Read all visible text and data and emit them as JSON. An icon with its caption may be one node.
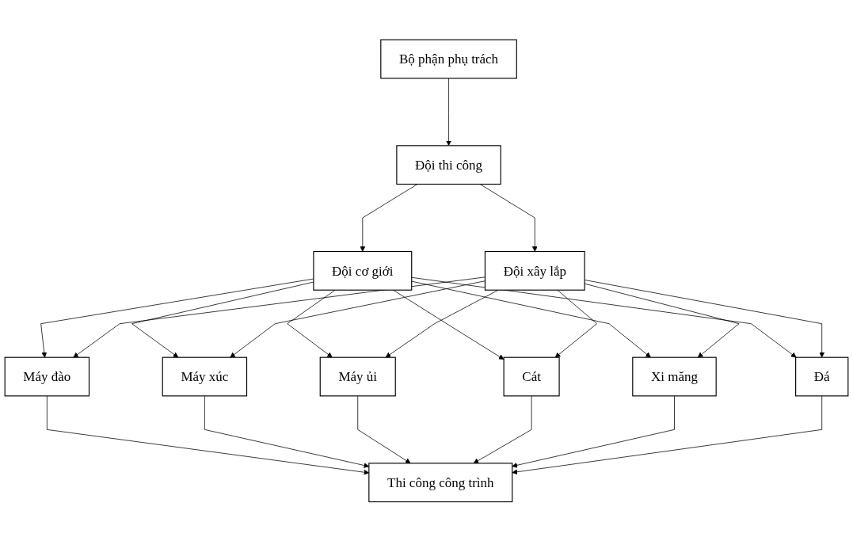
{
  "diagram": {
    "nodes": [
      {
        "text": [
          "Bộ phận phụ trách"
        ]
      },
      {
        "text": [
          "Đội thi công"
        ]
      },
      {
        "text": [
          "Đội cơ giới"
        ]
      },
      {
        "text": [
          "Đội xây lắp"
        ]
      },
      {
        "text": [
          "Máy đào"
        ]
      },
      {
        "text": [
          "Máy xúc"
        ]
      },
      {
        "text": [
          "Máy ủi"
        ]
      },
      {
        "text": [
          "Cát"
        ]
      },
      {
        "text": [
          "Xi măng"
        ]
      },
      {
        "text": [
          "Đá"
        ]
      },
      {
        "text": [
          "Thi công công trình"
        ]
      }
    ],
    "edges": [
      {
        "from": 0,
        "to": 1,
        "arrow": "to"
      },
      {
        "from": 1,
        "to": 2,
        "arrow": "to"
      },
      {
        "from": 1,
        "to": 3,
        "arrow": "to"
      },
      {
        "from": 2,
        "to": 4,
        "arrow": "to"
      },
      {
        "from": 2,
        "to": 5,
        "arrow": "to"
      },
      {
        "from": 2,
        "to": 6,
        "arrow": "to"
      },
      {
        "from": 2,
        "to": 7,
        "arrow": "to"
      },
      {
        "from": 2,
        "to": 8,
        "arrow": "to"
      },
      {
        "from": 2,
        "to": 9,
        "arrow": "to"
      },
      {
        "from": 3,
        "to": 4,
        "arrow": "to"
      },
      {
        "from": 3,
        "to": 5,
        "arrow": "to"
      },
      {
        "from": 3,
        "to": 6,
        "arrow": "to"
      },
      {
        "from": 3,
        "to": 7,
        "arrow": "to"
      },
      {
        "from": 3,
        "to": 8,
        "arrow": "to"
      },
      {
        "from": 3,
        "to": 9,
        "arrow": "to"
      },
      {
        "from": 4,
        "to": 10,
        "arrow": "to"
      },
      {
        "from": 5,
        "to": 10,
        "arrow": "to"
      },
      {
        "from": 6,
        "to": 10,
        "arrow": "to"
      },
      {
        "from": 7,
        "to": 10,
        "arrow": "to"
      },
      {
        "from": 8,
        "to": 10,
        "arrow": "to"
      },
      {
        "from": 9,
        "to": 10,
        "arrow": "to"
      }
    ]
  }
}
